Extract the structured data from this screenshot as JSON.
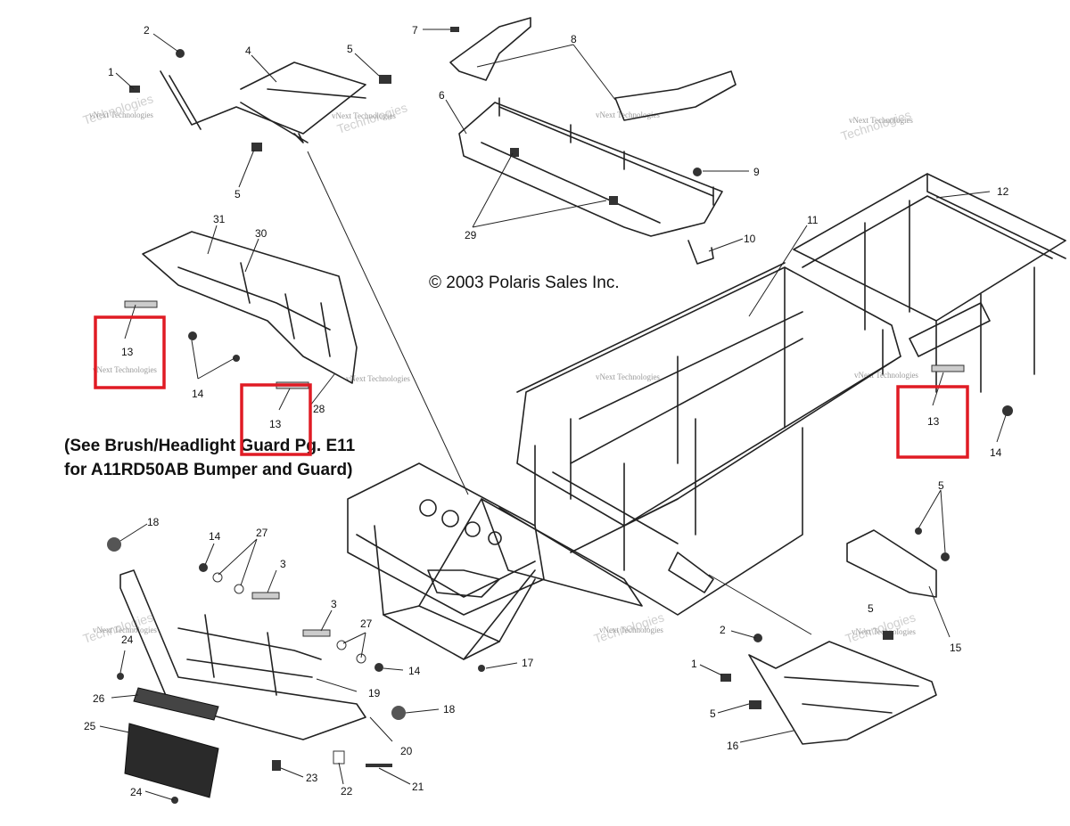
{
  "copyright": "© 2003 Polaris Sales Inc.",
  "note": {
    "line1": "(See Brush/Headlight Guard Pg. E11",
    "line2": "for A11RD50AB Bumper and Guard)"
  },
  "watermark": {
    "company": "vNext Technologies",
    "brand_line1": "vNext",
    "brand_line2": "Technologies"
  },
  "callouts": [
    {
      "id": "c-1a",
      "label": "1"
    },
    {
      "id": "c-2a",
      "label": "2"
    },
    {
      "id": "c-4",
      "label": "4"
    },
    {
      "id": "c-5a",
      "label": "5"
    },
    {
      "id": "c-5b",
      "label": "5"
    },
    {
      "id": "c-7",
      "label": "7"
    },
    {
      "id": "c-8",
      "label": "8"
    },
    {
      "id": "c-6",
      "label": "6"
    },
    {
      "id": "c-9",
      "label": "9"
    },
    {
      "id": "c-29",
      "label": "29"
    },
    {
      "id": "c-10",
      "label": "10"
    },
    {
      "id": "c-12",
      "label": "12"
    },
    {
      "id": "c-11",
      "label": "11"
    },
    {
      "id": "c-31",
      "label": "31"
    },
    {
      "id": "c-30",
      "label": "30"
    },
    {
      "id": "c-13a",
      "label": "13"
    },
    {
      "id": "c-14a",
      "label": "14"
    },
    {
      "id": "c-13b",
      "label": "13"
    },
    {
      "id": "c-28",
      "label": "28"
    },
    {
      "id": "c-13c",
      "label": "13"
    },
    {
      "id": "c-14b",
      "label": "14"
    },
    {
      "id": "c-5c",
      "label": "5"
    },
    {
      "id": "c-5d",
      "label": "5"
    },
    {
      "id": "c-15",
      "label": "15"
    },
    {
      "id": "c-18a",
      "label": "18"
    },
    {
      "id": "c-14c",
      "label": "14"
    },
    {
      "id": "c-27a",
      "label": "27"
    },
    {
      "id": "c-3a",
      "label": "3"
    },
    {
      "id": "c-3b",
      "label": "3"
    },
    {
      "id": "c-27b",
      "label": "27"
    },
    {
      "id": "c-14d",
      "label": "14"
    },
    {
      "id": "c-17",
      "label": "17"
    },
    {
      "id": "c-24a",
      "label": "24"
    },
    {
      "id": "c-26",
      "label": "26"
    },
    {
      "id": "c-19",
      "label": "19"
    },
    {
      "id": "c-18b",
      "label": "18"
    },
    {
      "id": "c-25",
      "label": "25"
    },
    {
      "id": "c-20",
      "label": "20"
    },
    {
      "id": "c-23",
      "label": "23"
    },
    {
      "id": "c-22",
      "label": "22"
    },
    {
      "id": "c-21",
      "label": "21"
    },
    {
      "id": "c-24b",
      "label": "24"
    },
    {
      "id": "c-2b",
      "label": "2"
    },
    {
      "id": "c-1b",
      "label": "1"
    },
    {
      "id": "c-5e",
      "label": "5"
    },
    {
      "id": "c-16",
      "label": "16"
    }
  ],
  "highlight_color": "#e01b24",
  "line_color": "#222222"
}
